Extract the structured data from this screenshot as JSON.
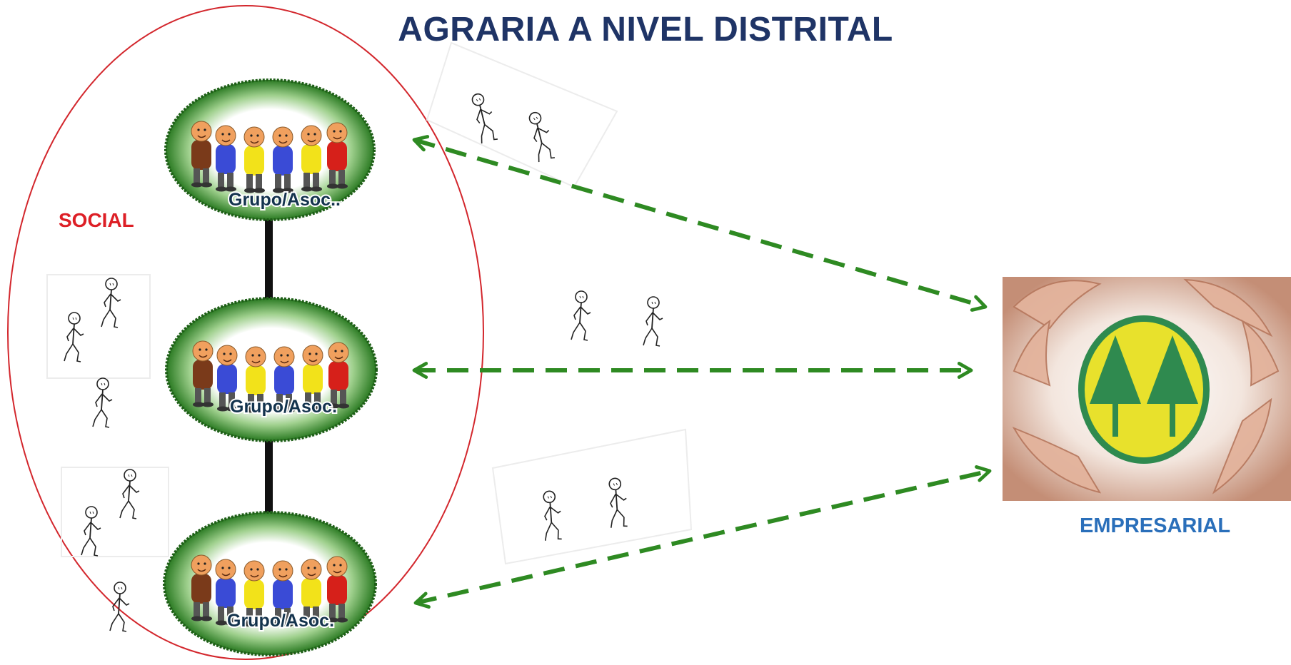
{
  "title": "AGRARIA A NIVEL DISTRITAL",
  "left_label": "SOCIAL",
  "right_label": "EMPRESARIAL",
  "groups": [
    {
      "label": "Grupo/Asoc.."
    },
    {
      "label": "Grupo/Asoc."
    },
    {
      "label": "Grupo/Asoc."
    }
  ],
  "colors": {
    "title": "#1f3466",
    "social": "#dd1f26",
    "empresarial": "#2a6fba",
    "arrow": "#2e8a22",
    "oval_border": "#d3272d",
    "group_ring": "#2f8a2c",
    "logo_yellow": "#e8e12c",
    "logo_green": "#2f8a4f"
  },
  "icons": [
    "walking-person-icon",
    "people-group-icon",
    "hands-circle-icon",
    "twin-pine-logo-icon"
  ]
}
